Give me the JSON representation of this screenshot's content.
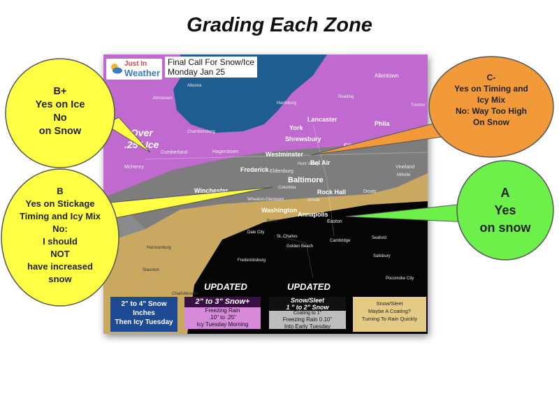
{
  "title": "Grading Each Zone",
  "map": {
    "logo_line1": "Just In",
    "logo_line2": "Weather",
    "title_line1": "Final Call For Snow/Ice",
    "title_line2": "Monday Jan 25",
    "over_line1": "Over",
    "over_line2": ".25\" Ice",
    "cities": {
      "allentown": "Allentown",
      "johnstown": "Johnstown",
      "altoona": "Altoona",
      "harrisburg": "Harrisburg",
      "reading": "Reading",
      "lancaster": "Lancaster",
      "york": "York",
      "philadelphia": "Phila",
      "trenton": "Trenton",
      "chambersburg": "Chambersburg",
      "shrewsbury": "Shrewsbury",
      "cumberland": "Cumberland",
      "hagerstown": "Hagerstown",
      "westminster": "Westminster",
      "elkton": "Elkton",
      "belair": "Bel Air",
      "huntvalley": "Hunt Valley",
      "frederick": "Frederick",
      "eldersburg": "Eldersburg",
      "mchenry": "McHenry",
      "baltimore": "Baltimore",
      "vineland": "Vineland",
      "millville": "Millville",
      "winchester": "Winchester",
      "columbia": "Columbia",
      "rockhall": "Rock Hall",
      "dover": "Dover",
      "wheaton": "Wheaton-Glenmont",
      "arnold": "Arnold",
      "washington": "Washington",
      "annapolis": "Annapolis",
      "easton": "Easton",
      "dalecity": "Dale City",
      "stcharles": "St. Charles",
      "cambridge": "Cambridge",
      "seaford": "Seaford",
      "goldenbeach": "Golden Beach",
      "harrisonburg": "Harrisonburg",
      "fredericksburg": "Fredericksburg",
      "salisbury": "Salisbury",
      "staunton": "Staunton",
      "charlottesville": "Charlottesville",
      "pocomoke": "Pocomoke City",
      "burke": "Burke"
    },
    "updated1": "UPDATED",
    "updated2": "UPDATED",
    "legend": {
      "l1_line1": "2\" to 4\" Snow",
      "l1_line2": "Inches",
      "l1_line3": "Then Icy Tuesday",
      "l2_head": "2\" to 3\" Snow+",
      "l2_line1": "Freezing Rain",
      "l2_line2": ".10\" to .25\"",
      "l2_line3": "Icy Tuesday Morning",
      "l3_head1": "Snow/Sleet",
      "l3_head2": "1 \" to 2\" Snow",
      "l3_line0": "Coating to 1\"",
      "l3_line1": "Freezing Rain 0.10\"",
      "l3_line2": "Into Early Tuesday",
      "l4_line1": "Snow/Sleet",
      "l4_line2": "Maybe A Coating?",
      "l4_line3": "Turning To Rain Quickly"
    }
  },
  "bubbles": {
    "b_plus": {
      "lines": [
        "B+",
        "Yes on Ice",
        "No",
        "on Snow"
      ],
      "color": "#ffff44"
    },
    "c_minus": {
      "lines": [
        "C-",
        "Yes on Timing and",
        "Icy Mix",
        "No: Way Too High",
        "On Snow"
      ],
      "color": "#f29a3a"
    },
    "b": {
      "lines": [
        "B",
        "Yes on Stickage",
        "Timing and Icy Mix",
        "No:",
        "I should",
        "NOT",
        "have increased",
        "snow"
      ],
      "color": "#ffff44"
    },
    "a": {
      "lines": [
        "A",
        "Yes",
        "on snow"
      ],
      "color": "#6ef04a"
    }
  }
}
